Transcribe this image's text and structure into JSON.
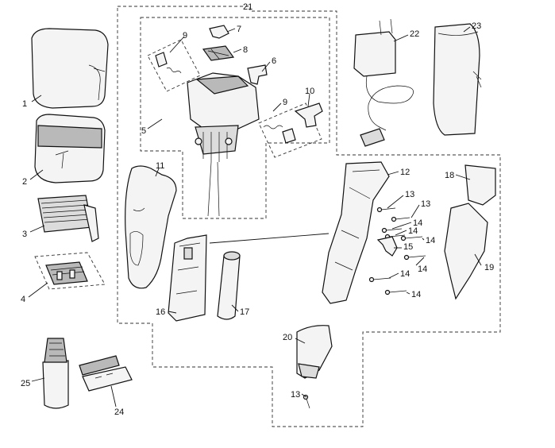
{
  "callouts": {
    "c1": "1",
    "c2": "2",
    "c3": "3",
    "c4": "4",
    "c5": "5",
    "c6": "6",
    "c7": "7",
    "c8": "8",
    "c9a": "9",
    "c9b": "9",
    "c10": "10",
    "c11": "11",
    "c12": "12",
    "c13a": "13",
    "c13b": "13",
    "c13c": "13",
    "c14a": "14",
    "c14b": "14",
    "c14c": "14",
    "c14d": "14",
    "c14e": "14",
    "c14f": "14",
    "c15": "15",
    "c16": "16",
    "c17": "17",
    "c18": "18",
    "c19": "19",
    "c20": "20",
    "c21": "21",
    "c22": "22",
    "c23": "23",
    "c24": "24",
    "c25": "25"
  }
}
